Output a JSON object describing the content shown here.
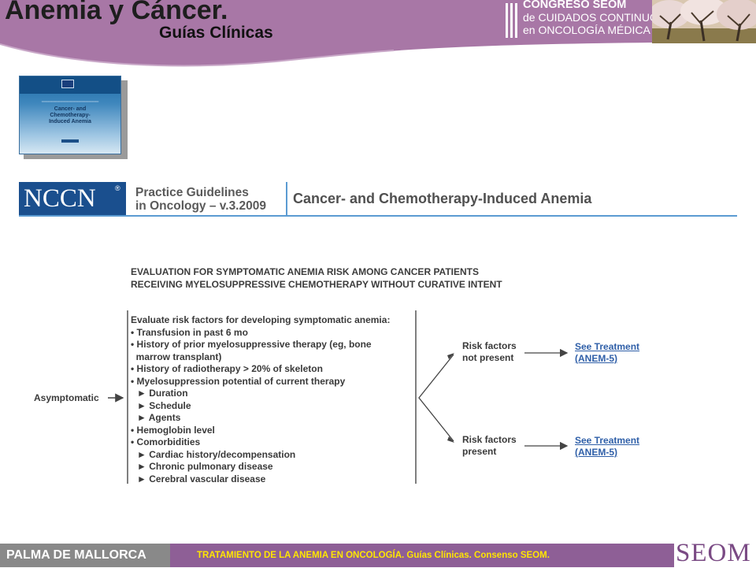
{
  "header": {
    "title": "Anemia y Cáncer.",
    "subtitle": "Guías Clínicas",
    "congress": {
      "line1": "CONGRESO SEOM",
      "line2": "de CUIDADOS CONTINUOS",
      "line3": "en ONCOLOGÍA MÉDICA"
    }
  },
  "book": {
    "title_line1": "Cancer- and",
    "title_line2": "Chemotherapy-",
    "title_line3": "Induced Anemia"
  },
  "banner": {
    "logo": "NCCN",
    "reg": "®",
    "pg_line1": "Practice Guidelines",
    "pg_line2": "in Oncology – v.3.2009",
    "heading": "Cancer- and Chemotherapy-Induced Anemia"
  },
  "flowchart": {
    "heading_line1": "EVALUATION FOR SYMPTOMATIC ANEMIA RISK AMONG CANCER PATIENTS",
    "heading_line2": "RECEIVING MYELOSUPPRESSIVE CHEMOTHERAPY WITHOUT CURATIVE INTENT",
    "start": "Asymptomatic",
    "risk_intro": "Evaluate risk factors for developing symptomatic anemia:",
    "risk_items": [
      "• Transfusion in past 6 mo",
      "• History of prior myelosuppressive therapy (eg, bone",
      "  marrow transplant)",
      "• History of radiotherapy > 20% of skeleton",
      "• Myelosuppression potential of current therapy",
      "► Duration",
      "► Schedule",
      "► Agents",
      "• Hemoglobin level",
      "• Comorbidities",
      "► Cardiac history/decompensation",
      "► Chronic pulmonary disease",
      "► Cerebral vascular disease"
    ],
    "outcome1_line1": "Risk factors",
    "outcome1_line2": "not present",
    "outcome2_line1": "Risk factors",
    "outcome2_line2": "present",
    "link1_line1": "See Treatment",
    "link1_line2": "(ANEM-5)",
    "link2_line1": "See Treatment",
    "link2_line2": "(ANEM-5)"
  },
  "footer": {
    "left": "PALMA DE MALLORCA",
    "middle": "TRATAMIENTO DE LA ANEMIA EN ONCOLOGÍA. Guías Clínicas. Consenso SEOM.",
    "right": "SEOM"
  },
  "colors": {
    "header_purple": "#a877a6",
    "footer_purple": "#8e5f96",
    "footer_text": "#ffe600",
    "nccn_blue": "#1a4f8e",
    "link_blue": "#2f5fa8"
  }
}
